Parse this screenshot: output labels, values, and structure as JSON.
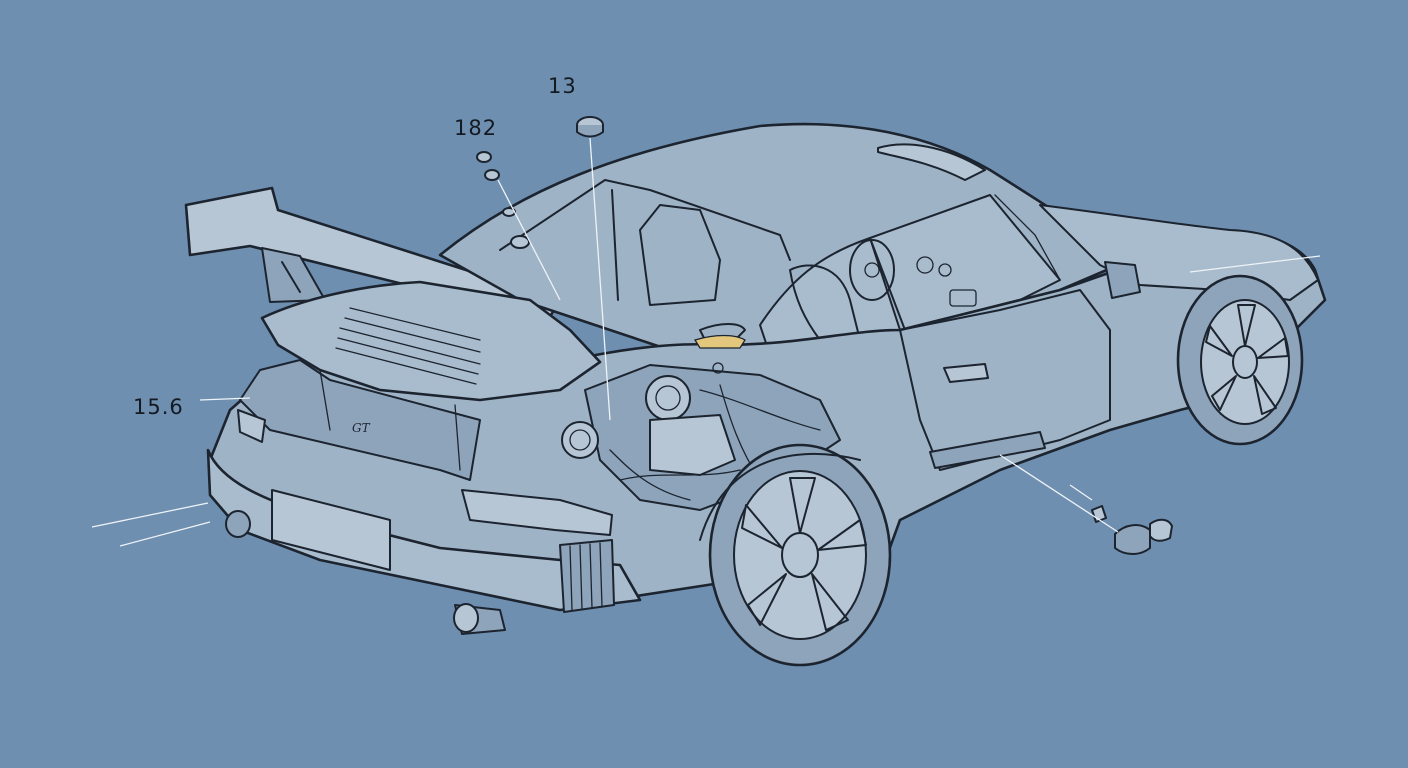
{
  "diagram": {
    "callouts": [
      {
        "id": "c13",
        "text": "13"
      },
      {
        "id": "c182",
        "text": "182"
      },
      {
        "id": "c156",
        "text": "15.6"
      }
    ],
    "badge_text": "GT",
    "colors": {
      "background": "#6f8fb0",
      "ink": "#1c2430",
      "leader": "#eef3f8",
      "accent": "#e3c77c"
    }
  }
}
